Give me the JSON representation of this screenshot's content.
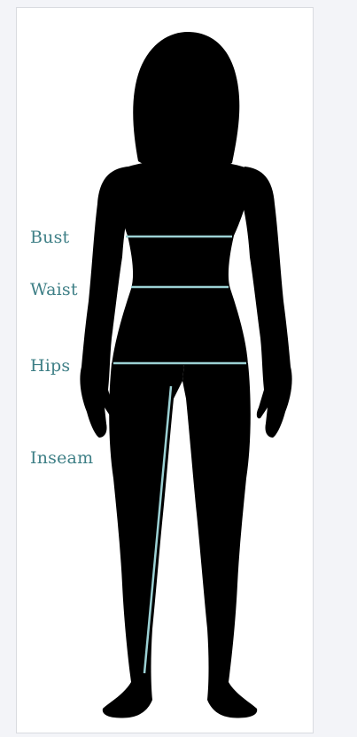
{
  "diagram": {
    "labels": {
      "bust": "Bust",
      "waist": "Waist",
      "hips": "Hips",
      "inseam": "Inseam"
    },
    "colors": {
      "silhouette": "#000000",
      "measure_line": "#9cd1d4",
      "label_text": "#3e7f86",
      "card_border": "#d9dbe0",
      "page_background": "#f3f4f8"
    }
  }
}
